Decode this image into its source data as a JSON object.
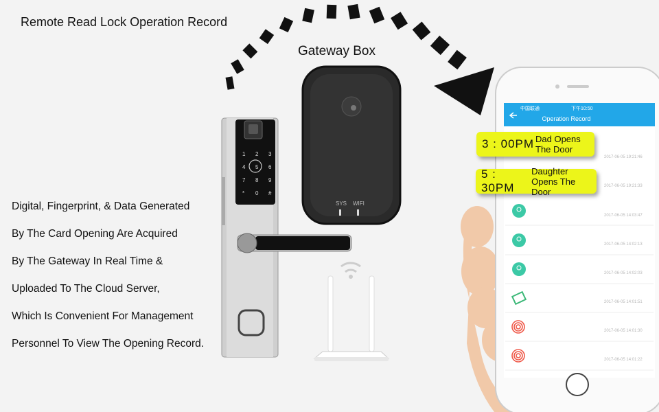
{
  "title": "Remote Read Lock Operation Record",
  "gateway_label": "Gateway Box",
  "gateway_leds": [
    "SYS",
    "WIFI"
  ],
  "description_lines": [
    "Digital, Fingerprint, & Data Generated",
    "By The Card Opening Are Acquired",
    "By The Gateway In Real Time &",
    "Uploaded To The Cloud Server,",
    "Which Is Convenient For Management",
    "Personnel To View The Opening Record."
  ],
  "keypad": [
    "1",
    "2",
    "3",
    "4",
    "5",
    "6",
    "7",
    "8",
    "9",
    "*",
    "0",
    "#"
  ],
  "phone": {
    "status_left": "中国联通",
    "status_time": "下午10:50",
    "screen_title": "Operation Record",
    "badges": [
      {
        "time": "3 : 00PM",
        "event": "Dad Opens The Door"
      },
      {
        "time": "5 : 30PM",
        "event": "Daughter Opens The Door"
      }
    ],
    "timestamps": [
      "2017-06-05 19:21:46",
      "2017-06-05 19:21:33",
      "2017-06-05 14:03:47",
      "2017-06-05 14:02:13",
      "2017-06-05 14:02:03",
      "2017-06-05 14:01:51",
      "2017-06-05 14:01:30",
      "2017-06-05 14:01:22"
    ],
    "record_icons": [
      "user-icon",
      "user-icon",
      "user-icon",
      "card-icon",
      "fingerprint-icon",
      "fingerprint-icon"
    ]
  },
  "colors": {
    "app_bar": "#22a7e8",
    "badge": "#ecf51a",
    "user_icon": "#3cc9a6",
    "fingerprint_icon": "#ef5a4a"
  }
}
